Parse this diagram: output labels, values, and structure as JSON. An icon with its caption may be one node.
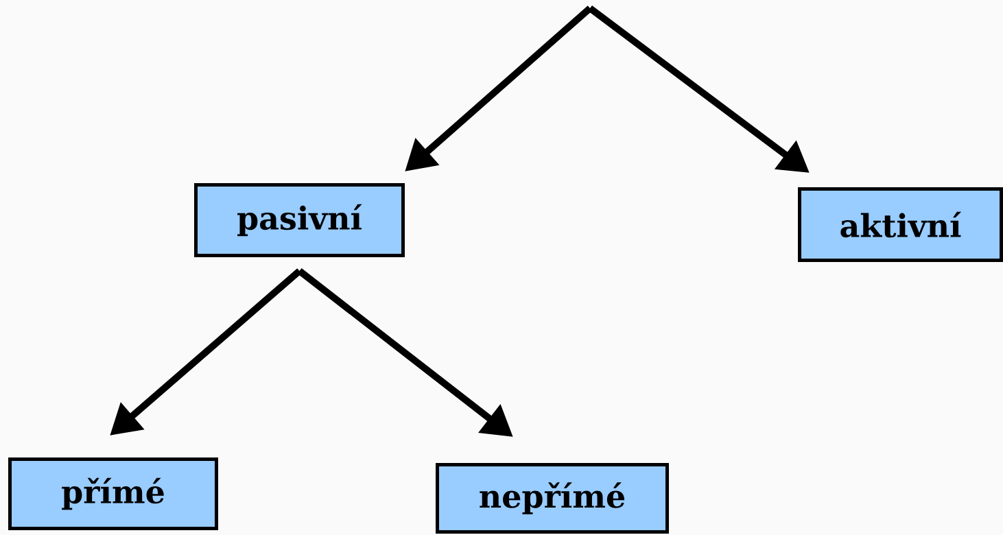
{
  "diagram": {
    "nodes": [
      {
        "text": [
          "pasivní"
        ]
      },
      {
        "text": [
          "aktivní"
        ]
      },
      {
        "text": [
          "přímé"
        ]
      },
      {
        "text": [
          "nepřímé"
        ]
      }
    ],
    "edges": [
      {
        "from": null,
        "to": 0,
        "arrow": "to"
      },
      {
        "from": null,
        "to": 1,
        "arrow": "to"
      },
      {
        "from": 0,
        "to": 2,
        "arrow": "to"
      },
      {
        "from": 0,
        "to": 3,
        "arrow": "to"
      }
    ]
  }
}
